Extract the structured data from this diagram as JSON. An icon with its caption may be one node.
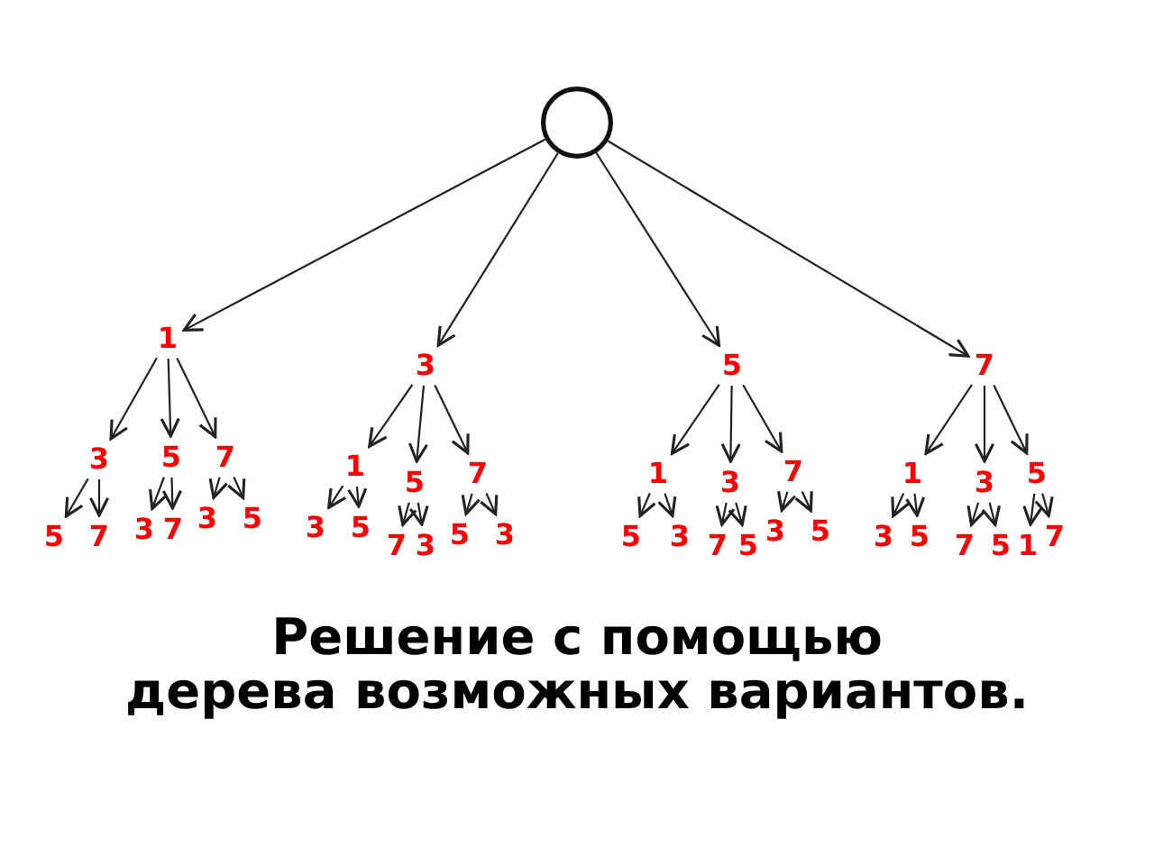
{
  "diagram": {
    "caption": "Решение с помощью дерева возможных вариантов.",
    "nodes": [
      {
        "text": [],
        "shape": "circle"
      },
      {
        "text": [
          "1"
        ]
      },
      {
        "text": [
          "3"
        ]
      },
      {
        "text": [
          "5"
        ]
      },
      {
        "text": [
          "7"
        ]
      },
      {
        "text": [
          "3"
        ]
      },
      {
        "text": [
          "5"
        ]
      },
      {
        "text": [
          "7"
        ]
      },
      {
        "text": [
          "1"
        ]
      },
      {
        "text": [
          "5"
        ]
      },
      {
        "text": [
          "7"
        ]
      },
      {
        "text": [
          "1"
        ]
      },
      {
        "text": [
          "3"
        ]
      },
      {
        "text": [
          "7"
        ]
      },
      {
        "text": [
          "1"
        ]
      },
      {
        "text": [
          "3"
        ]
      },
      {
        "text": [
          "5"
        ]
      },
      {
        "text": [
          "5"
        ]
      },
      {
        "text": [
          "7"
        ]
      },
      {
        "text": [
          "3"
        ]
      },
      {
        "text": [
          "7"
        ]
      },
      {
        "text": [
          "3"
        ]
      },
      {
        "text": [
          "5"
        ]
      },
      {
        "text": [
          "3"
        ]
      },
      {
        "text": [
          "5"
        ]
      },
      {
        "text": [
          "7"
        ]
      },
      {
        "text": [
          "3"
        ]
      },
      {
        "text": [
          "5"
        ]
      },
      {
        "text": [
          "3"
        ]
      },
      {
        "text": [
          "5"
        ]
      },
      {
        "text": [
          "3"
        ]
      },
      {
        "text": [
          "7"
        ]
      },
      {
        "text": [
          "5"
        ]
      },
      {
        "text": [
          "3"
        ]
      },
      {
        "text": [
          "5"
        ]
      },
      {
        "text": [
          "3"
        ]
      },
      {
        "text": [
          "5"
        ]
      },
      {
        "text": [
          "7"
        ]
      },
      {
        "text": [
          "5"
        ]
      },
      {
        "text": [
          "1"
        ]
      },
      {
        "text": [
          "7"
        ]
      }
    ],
    "edges": [
      {
        "from": 0,
        "to": 1,
        "arrow": "to"
      },
      {
        "from": 0,
        "to": 2,
        "arrow": "to"
      },
      {
        "from": 0,
        "to": 3,
        "arrow": "to"
      },
      {
        "from": 0,
        "to": 4,
        "arrow": "to"
      },
      {
        "from": 1,
        "to": 5,
        "arrow": "to"
      },
      {
        "from": 1,
        "to": 6,
        "arrow": "to"
      },
      {
        "from": 1,
        "to": 7,
        "arrow": "to"
      },
      {
        "from": 2,
        "to": 8,
        "arrow": "to"
      },
      {
        "from": 2,
        "to": 9,
        "arrow": "to"
      },
      {
        "from": 2,
        "to": 10,
        "arrow": "to"
      },
      {
        "from": 3,
        "to": 11,
        "arrow": "to"
      },
      {
        "from": 3,
        "to": 12,
        "arrow": "to"
      },
      {
        "from": 3,
        "to": 13,
        "arrow": "to"
      },
      {
        "from": 4,
        "to": 14,
        "arrow": "to"
      },
      {
        "from": 4,
        "to": 15,
        "arrow": "to"
      },
      {
        "from": 4,
        "to": 16,
        "arrow": "to"
      },
      {
        "from": 5,
        "to": 17,
        "arrow": "to"
      },
      {
        "from": 5,
        "to": 18,
        "arrow": "to"
      },
      {
        "from": 6,
        "to": 19,
        "arrow": "to"
      },
      {
        "from": 6,
        "to": 20,
        "arrow": "to"
      },
      {
        "from": 7,
        "to": 21,
        "arrow": "to"
      },
      {
        "from": 7,
        "to": 22,
        "arrow": "to"
      },
      {
        "from": 8,
        "to": 23,
        "arrow": "to"
      },
      {
        "from": 8,
        "to": 24,
        "arrow": "to"
      },
      {
        "from": 9,
        "to": 25,
        "arrow": "to"
      },
      {
        "from": 9,
        "to": 26,
        "arrow": "to"
      },
      {
        "from": 10,
        "to": 27,
        "arrow": "to"
      },
      {
        "from": 10,
        "to": 28,
        "arrow": "to"
      },
      {
        "from": 11,
        "to": 29,
        "arrow": "to"
      },
      {
        "from": 11,
        "to": 30,
        "arrow": "to"
      },
      {
        "from": 12,
        "to": 31,
        "arrow": "to"
      },
      {
        "from": 12,
        "to": 32,
        "arrow": "to"
      },
      {
        "from": 13,
        "to": 33,
        "arrow": "to"
      },
      {
        "from": 13,
        "to": 34,
        "arrow": "to"
      },
      {
        "from": 14,
        "to": 35,
        "arrow": "to"
      },
      {
        "from": 14,
        "to": 36,
        "arrow": "to"
      },
      {
        "from": 15,
        "to": 37,
        "arrow": "to"
      },
      {
        "from": 15,
        "to": 38,
        "arrow": "to"
      },
      {
        "from": 16,
        "to": 39,
        "arrow": "to"
      },
      {
        "from": 16,
        "to": 40,
        "arrow": "to"
      }
    ]
  }
}
